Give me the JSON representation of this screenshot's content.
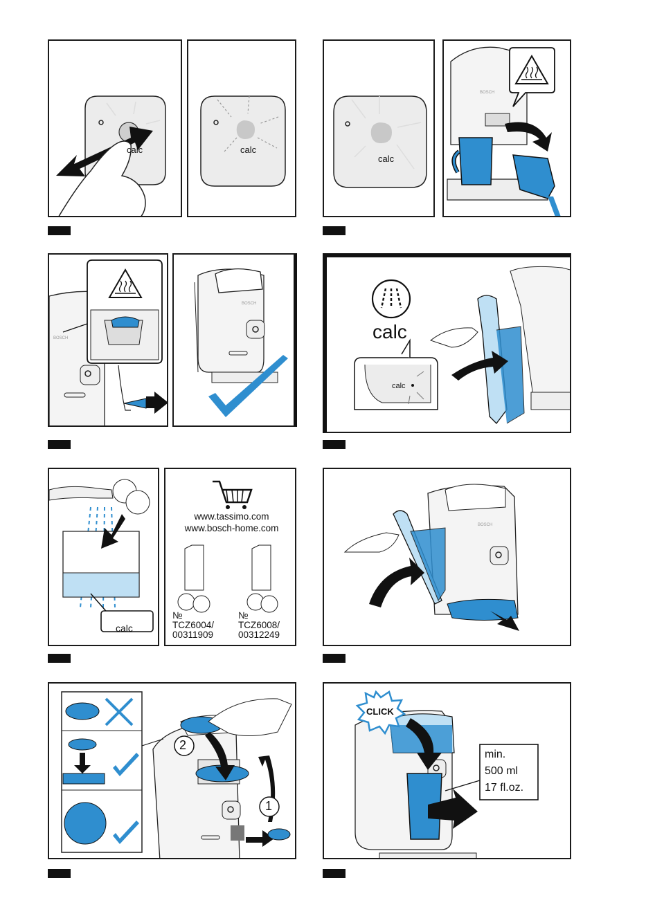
{
  "dial_label": "calc",
  "calc_text_large": "calc",
  "calc_box_label": "calc",
  "shop": {
    "url1": "www.tassimo.com",
    "url2": "www.bosch-home.com",
    "article1_no": "№",
    "article1_code": "TCZ6004/",
    "article1_code2": "00311909",
    "article2_no": "№",
    "article2_code": "TCZ6008/",
    "article2_code2": "00312249"
  },
  "brand": "BOSCH",
  "step_numbers": [
    "2",
    "1"
  ],
  "click_label": "CLICK",
  "volume": {
    "line1": "min.",
    "line2": "500 ml",
    "line3": "17 fl.oz."
  },
  "colors": {
    "accent_blue": "#2f8ecf",
    "light_blue": "#bfe0f4",
    "ink": "#1a1a1a"
  },
  "icons": [
    "hot-surface-warning-icon",
    "descale-icon",
    "cart-icon",
    "checkmark-icon",
    "cross-icon",
    "arrow-icon"
  ]
}
